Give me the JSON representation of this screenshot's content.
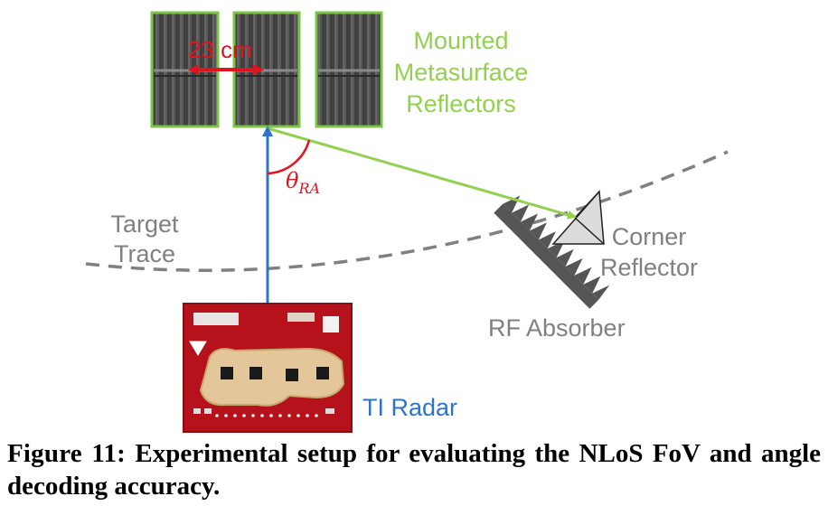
{
  "labels": {
    "panel_width": "23 cm",
    "reflectors": [
      "Mounted",
      "Metasurface",
      "Reflectors"
    ],
    "angle_symbol": "θ",
    "angle_subscript": "RA",
    "target_trace": [
      "Target",
      "Trace"
    ],
    "corner_reflector": [
      "Corner",
      "Reflector"
    ],
    "rf_absorber": "RF Absorber",
    "radar": "TI Radar"
  },
  "caption": {
    "lead": "Figure 11:",
    "text": "Experimental setup for evaluating the NLoS FoV and angle decoding accuracy."
  },
  "colors": {
    "green": "#92d050",
    "blue": "#2f73c9",
    "red": "#e0141e",
    "gray": "#6b6b6b",
    "dash": "#808080",
    "panel_border": "#7cc444"
  }
}
